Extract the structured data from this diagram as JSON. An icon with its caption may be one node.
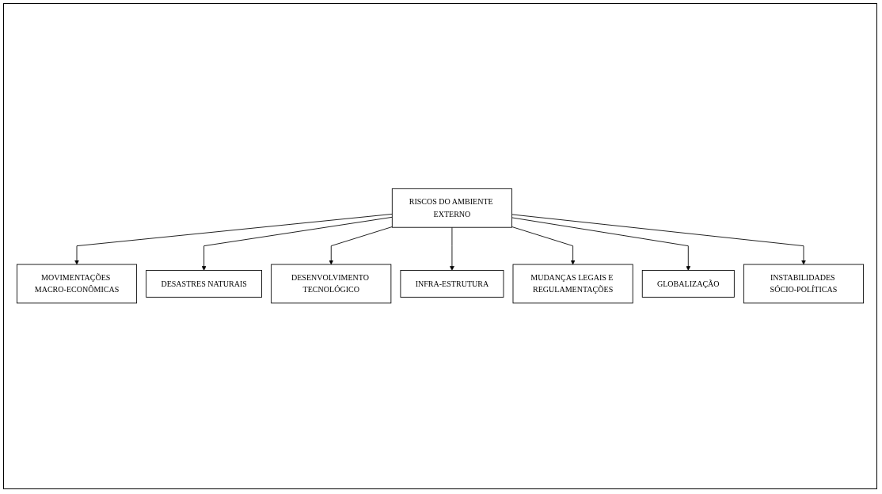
{
  "diagram": {
    "nodes": [
      {
        "text": [
          "RISCOS DO AMBIENTE EXTERNO"
        ]
      },
      {
        "text": [
          "MOVIMENTAÇÕES MACRO-ECONÔMICAS"
        ]
      },
      {
        "text": [
          "DESENVOLVIMENTO TECNOLÓGICO"
        ]
      },
      {
        "text": [
          "MUDANÇAS LEGAIS E REGULAMENTAÇÕES"
        ]
      },
      {
        "text": [
          "INSTABILIDADES SÓCIO-POLÍTICAS"
        ]
      },
      {
        "text": [
          "DESASTRES NATURAIS"
        ]
      },
      {
        "text": [
          "INFRA-ESTRUTURA"
        ]
      },
      {
        "text": [
          "GLOBALIZAÇÃO"
        ]
      }
    ],
    "edges": [
      {
        "from": 0,
        "to": 1,
        "arrow": "to"
      },
      {
        "from": 0,
        "to": 5,
        "arrow": "to"
      },
      {
        "from": 0,
        "to": 2,
        "arrow": "to"
      },
      {
        "from": 0,
        "to": 6,
        "arrow": "to"
      },
      {
        "from": 0,
        "to": 3,
        "arrow": "to"
      },
      {
        "from": 0,
        "to": 7,
        "arrow": "to"
      },
      {
        "from": 0,
        "to": 4,
        "arrow": "to"
      }
    ]
  }
}
